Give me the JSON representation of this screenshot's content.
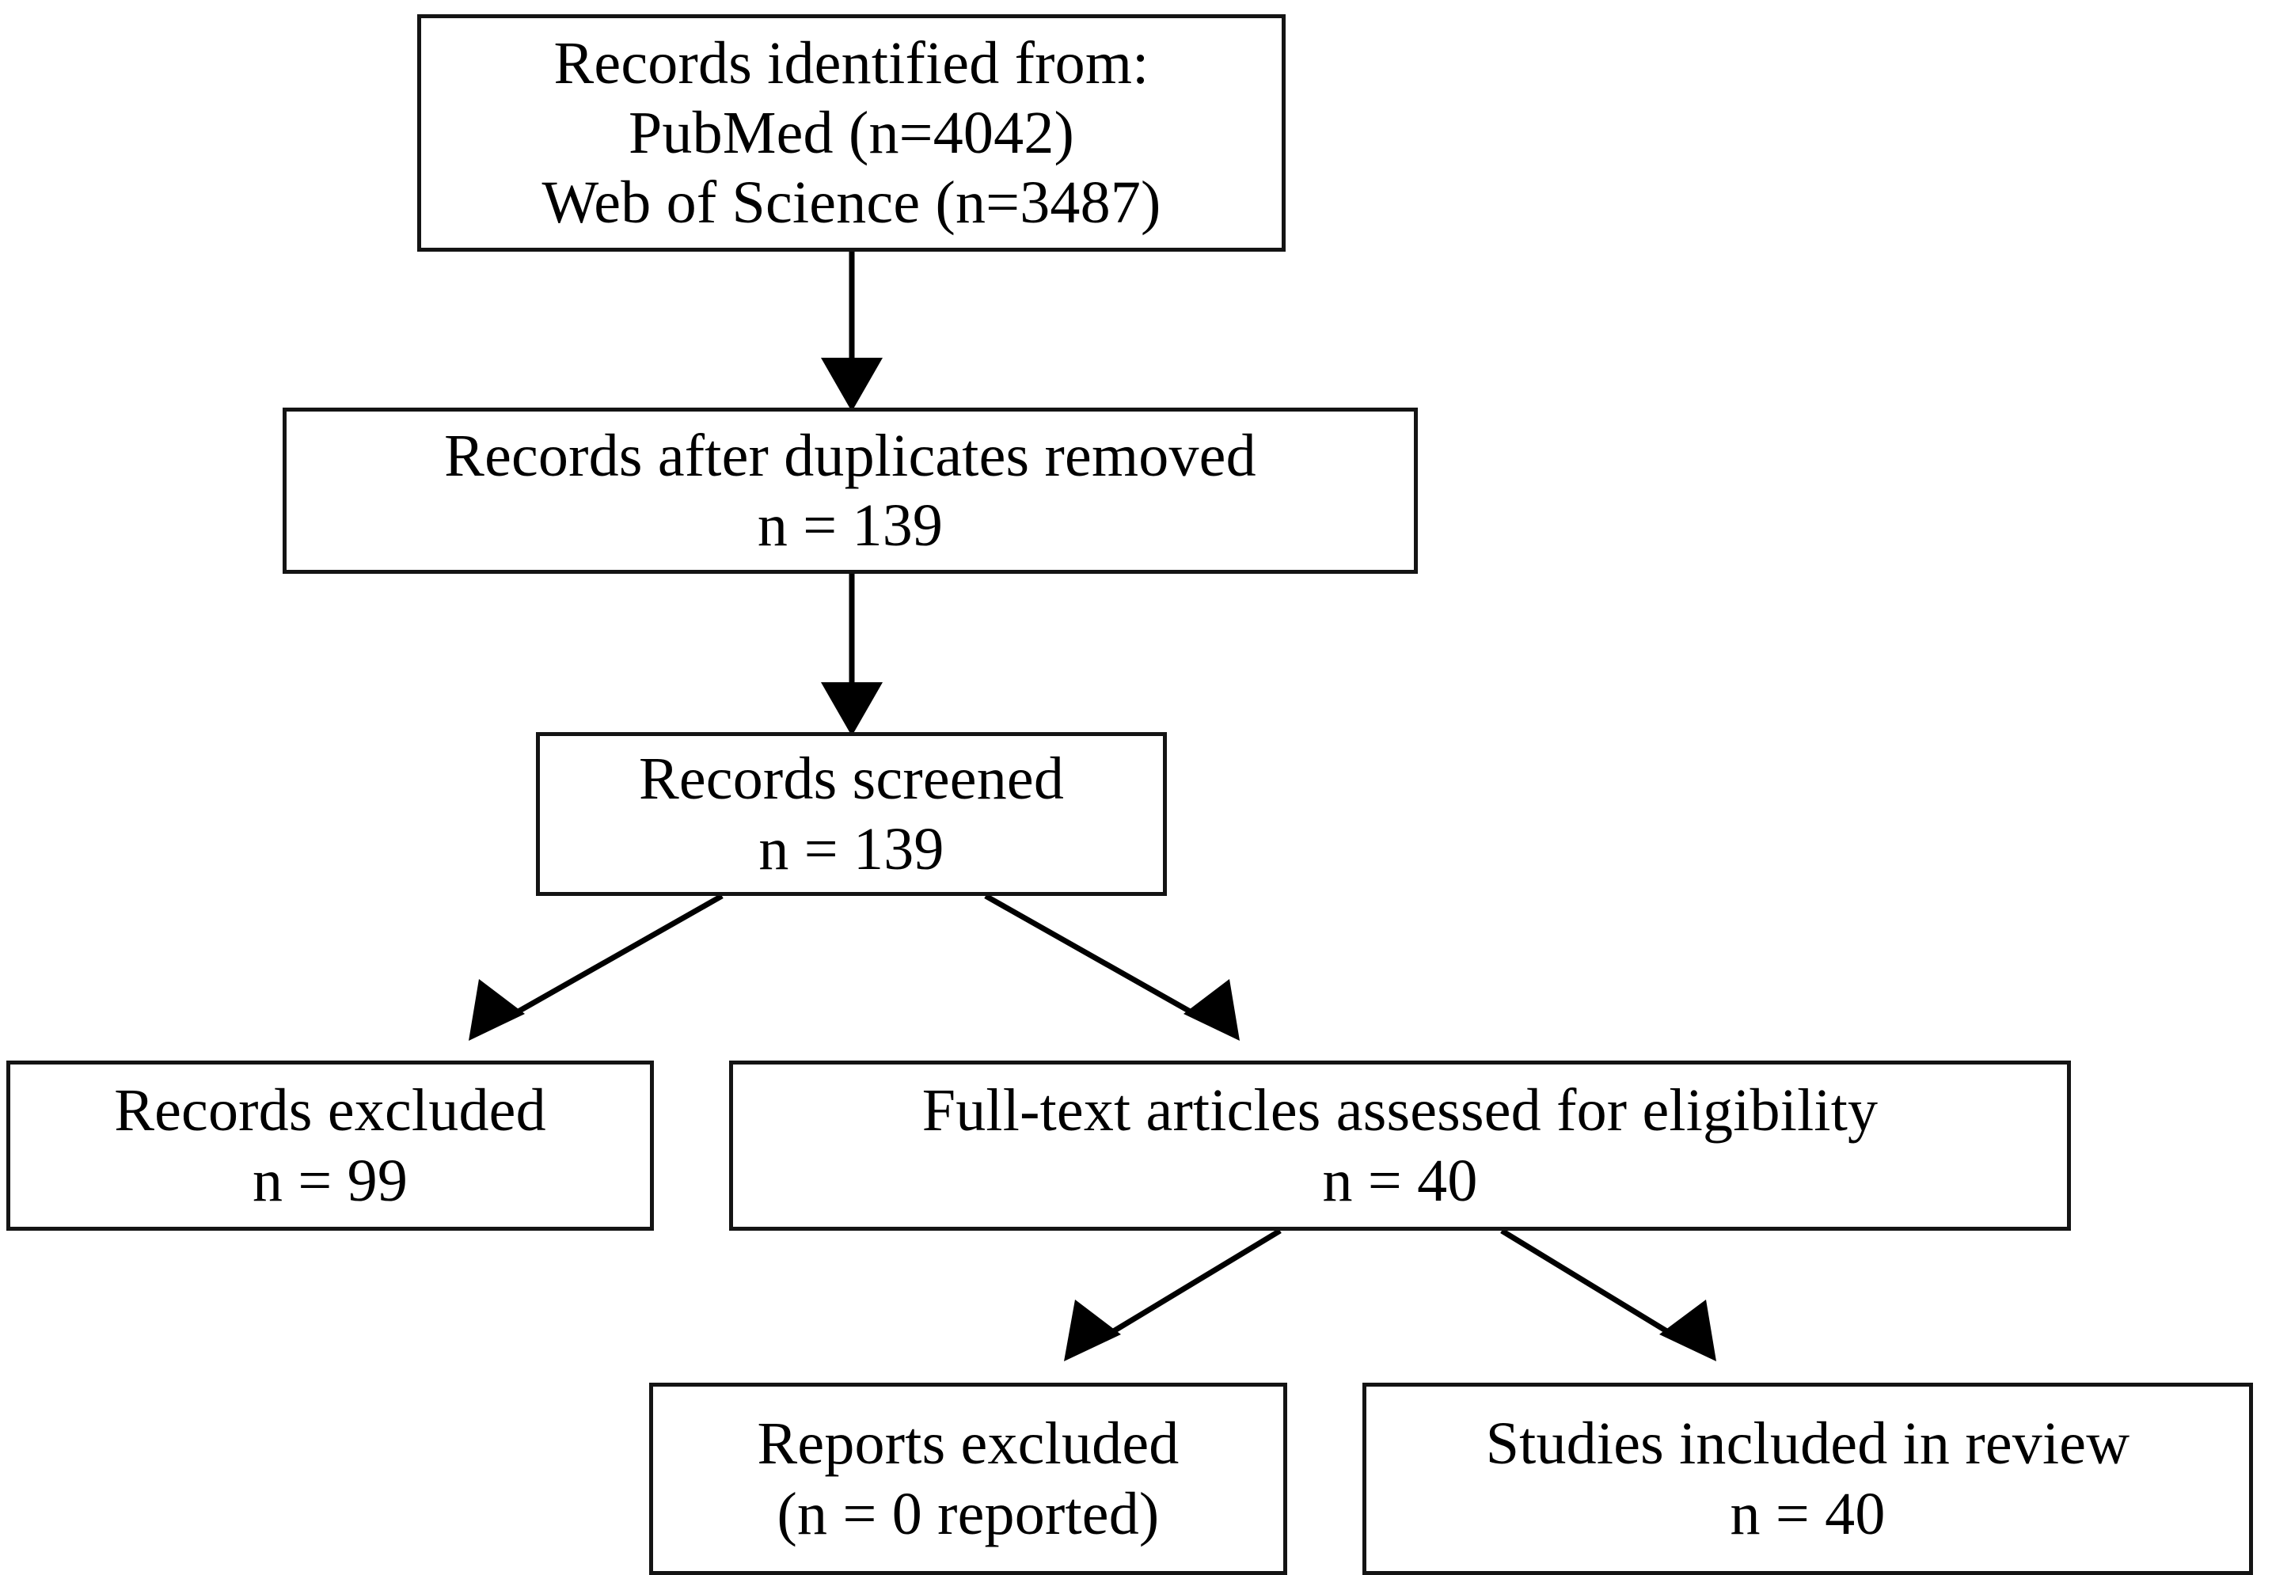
{
  "diagram": {
    "type": "prisma-flow-diagram",
    "orientation": "top-down",
    "background_color": "#ffffff",
    "box_border_color": "#141414",
    "text_color": "#000000",
    "arrow_color": "#000000",
    "nodes": [
      {
        "id": "identified",
        "name": "records-identified",
        "lines": [
          "Records identified from:",
          "PubMed (n=4042)",
          "Web of Science (n=3487)"
        ]
      },
      {
        "id": "duplicates",
        "name": "records-after-duplicates-removed",
        "lines": [
          "Records after duplicates removed",
          "n = 139"
        ]
      },
      {
        "id": "screened",
        "name": "records-screened",
        "lines": [
          "Records screened",
          "n = 139"
        ]
      },
      {
        "id": "excluded",
        "name": "records-excluded",
        "lines": [
          "Records excluded",
          "n = 99"
        ]
      },
      {
        "id": "fulltext",
        "name": "full-text-articles-assessed",
        "lines": [
          "Full-text articles assessed for eligibility",
          "n = 40"
        ]
      },
      {
        "id": "reports_excluded",
        "name": "reports-excluded",
        "lines": [
          "Reports excluded",
          "(n = 0 reported)"
        ]
      },
      {
        "id": "included",
        "name": "studies-included-in-review",
        "lines": [
          "Studies included in review",
          "n = 40"
        ]
      }
    ],
    "edges": [
      {
        "from": "identified",
        "to": "duplicates"
      },
      {
        "from": "duplicates",
        "to": "screened"
      },
      {
        "from": "screened",
        "to": "excluded"
      },
      {
        "from": "screened",
        "to": "fulltext"
      },
      {
        "from": "fulltext",
        "to": "reports_excluded"
      },
      {
        "from": "fulltext",
        "to": "included"
      }
    ],
    "counts": {
      "pubmed": 4042,
      "web_of_science": 3487,
      "after_duplicates_removed": 139,
      "screened": 139,
      "records_excluded": 99,
      "full_text_assessed": 40,
      "reports_excluded": 0,
      "studies_included": 40
    }
  }
}
